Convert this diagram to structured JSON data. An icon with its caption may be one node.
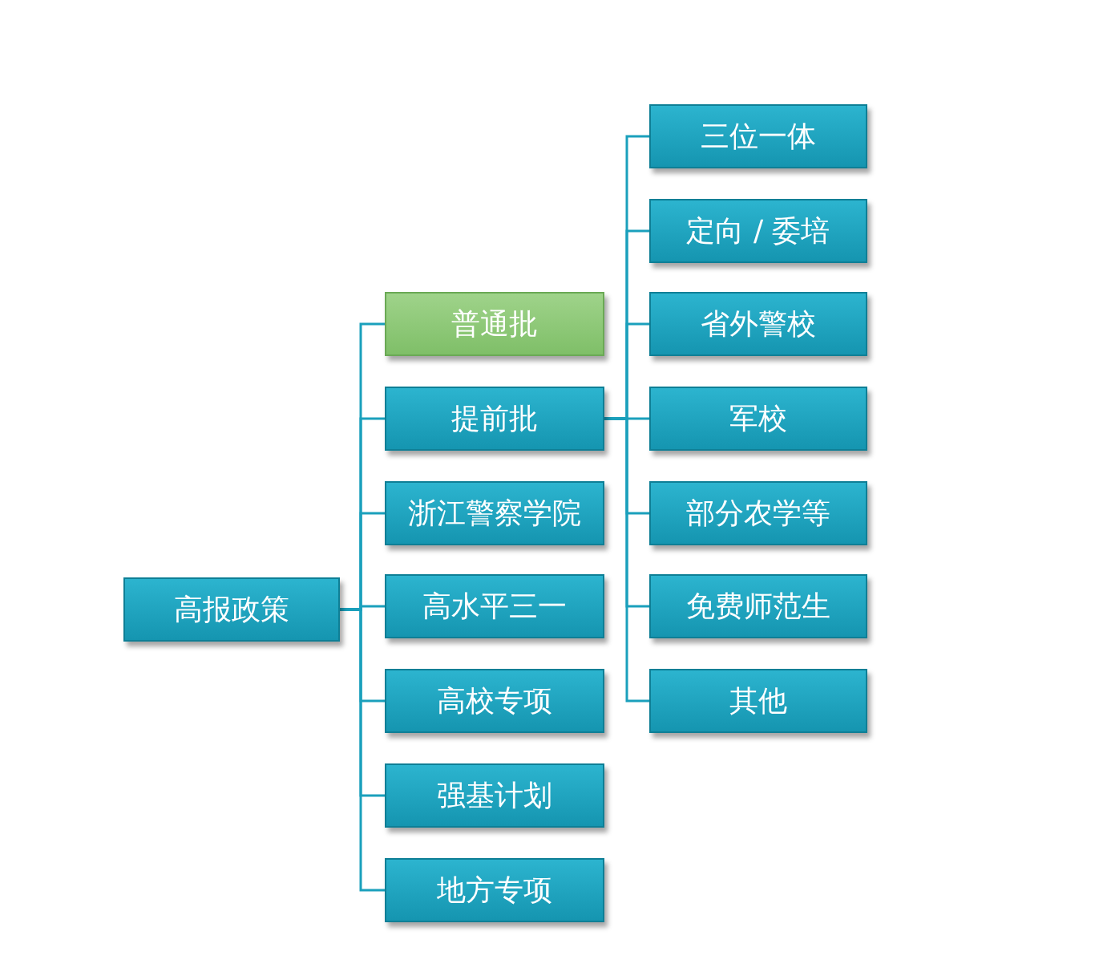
{
  "diagram": {
    "nodes": [
      {
        "text": [
          "高报政策"
        ]
      },
      {
        "text": [
          "普通批"
        ]
      },
      {
        "text": [
          "提前批"
        ]
      },
      {
        "text": [
          "浙江警察学院"
        ]
      },
      {
        "text": [
          "高水平三一"
        ]
      },
      {
        "text": [
          "高校专项"
        ]
      },
      {
        "text": [
          "强基计划"
        ]
      },
      {
        "text": [
          "地方专项"
        ]
      },
      {
        "text": [
          "三位一体"
        ]
      },
      {
        "text": [
          "定向 / 委培"
        ]
      },
      {
        "text": [
          "省外警校"
        ]
      },
      {
        "text": [
          "军校"
        ]
      },
      {
        "text": [
          "部分农学等"
        ]
      },
      {
        "text": [
          "免费师范生"
        ]
      },
      {
        "text": [
          "其他"
        ]
      }
    ],
    "edges": [
      {
        "from": 0,
        "to": 1,
        "arrow": "none"
      },
      {
        "from": 0,
        "to": 2,
        "arrow": "none"
      },
      {
        "from": 0,
        "to": 3,
        "arrow": "none"
      },
      {
        "from": 0,
        "to": 4,
        "arrow": "none"
      },
      {
        "from": 0,
        "to": 5,
        "arrow": "none"
      },
      {
        "from": 0,
        "to": 6,
        "arrow": "none"
      },
      {
        "from": 0,
        "to": 7,
        "arrow": "none"
      },
      {
        "from": 2,
        "to": 8,
        "arrow": "none"
      },
      {
        "from": 2,
        "to": 9,
        "arrow": "none"
      },
      {
        "from": 2,
        "to": 10,
        "arrow": "none"
      },
      {
        "from": 2,
        "to": 11,
        "arrow": "none"
      },
      {
        "from": 2,
        "to": 12,
        "arrow": "none"
      },
      {
        "from": 2,
        "to": 13,
        "arrow": "none"
      },
      {
        "from": 2,
        "to": 14,
        "arrow": "none"
      }
    ]
  }
}
